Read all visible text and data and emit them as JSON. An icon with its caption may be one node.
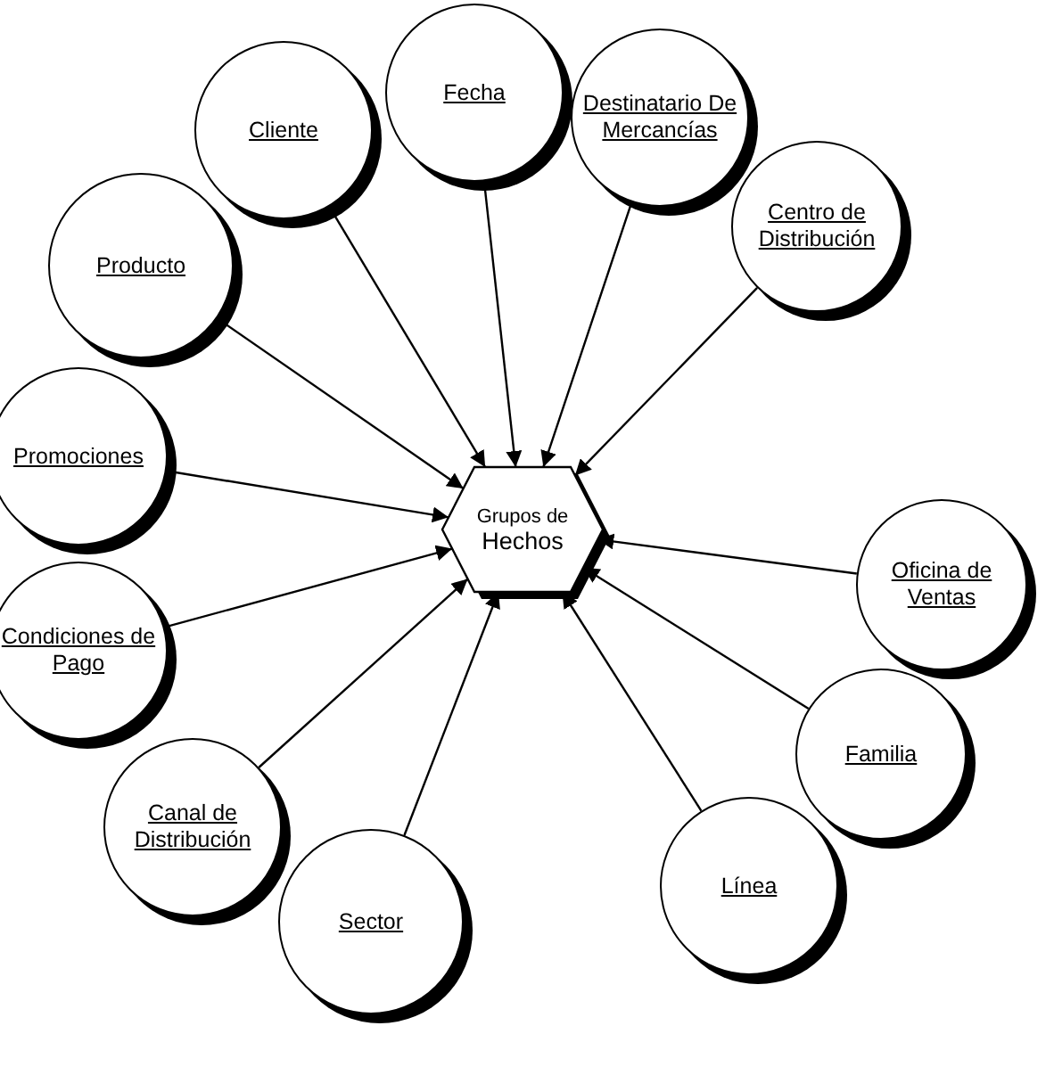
{
  "diagram": {
    "nodes": [
      {
        "text": [
          "Fecha"
        ]
      },
      {
        "text": [
          "Cliente"
        ]
      },
      {
        "text": [
          "Destinatario De Mercancías"
        ]
      },
      {
        "text": [
          "Centro de Distribución"
        ]
      },
      {
        "text": [
          "Producto"
        ]
      },
      {
        "text": [
          "Promociones"
        ]
      },
      {
        "text": [
          "Grupos de",
          "Hechos"
        ]
      },
      {
        "text": [
          "Oficina de Ventas"
        ]
      },
      {
        "text": [
          "Condiciones de Pago"
        ]
      },
      {
        "text": [
          "Familia"
        ]
      },
      {
        "text": [
          "Canal de Distribución"
        ]
      },
      {
        "text": [
          "Línea"
        ]
      },
      {
        "text": [
          "Sector"
        ]
      }
    ],
    "edges": [
      {
        "from": 0,
        "to": 6,
        "arrow": "to"
      },
      {
        "from": 1,
        "to": 6,
        "arrow": "to"
      },
      {
        "from": 2,
        "to": 6,
        "arrow": "to"
      },
      {
        "from": 3,
        "to": 6,
        "arrow": "to"
      },
      {
        "from": 4,
        "to": 6,
        "arrow": "to"
      },
      {
        "from": 5,
        "to": 6,
        "arrow": "to"
      },
      {
        "from": 7,
        "to": 6,
        "arrow": "to"
      },
      {
        "from": 8,
        "to": 6,
        "arrow": "to"
      },
      {
        "from": 9,
        "to": 6,
        "arrow": "to"
      },
      {
        "from": 10,
        "to": 6,
        "arrow": "to"
      },
      {
        "from": 11,
        "to": 6,
        "arrow": "to"
      },
      {
        "from": 12,
        "to": 6,
        "arrow": "to"
      }
    ]
  }
}
